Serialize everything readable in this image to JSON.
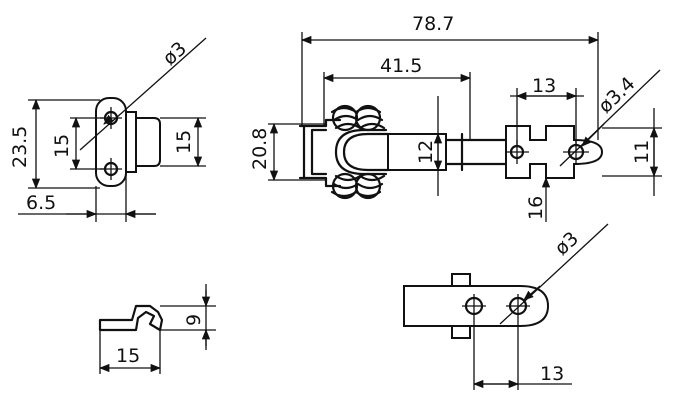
{
  "dimensions": {
    "side_height": "23.5",
    "side_hole_pitch": "15",
    "side_depth": "15",
    "side_offset": "6.5",
    "hole_dia_side": "ø3",
    "overall_length": "78.7",
    "spring_length": "41.5",
    "slot_pitch": "13",
    "hole_dia_top": "ø3.4",
    "base_height": "20.8",
    "bar_height": "12",
    "plate_height": "11",
    "plate_span": "16",
    "hook_height": "9",
    "hook_length": "15",
    "hole_dia_bottom": "ø3",
    "bottom_pitch": "13"
  }
}
